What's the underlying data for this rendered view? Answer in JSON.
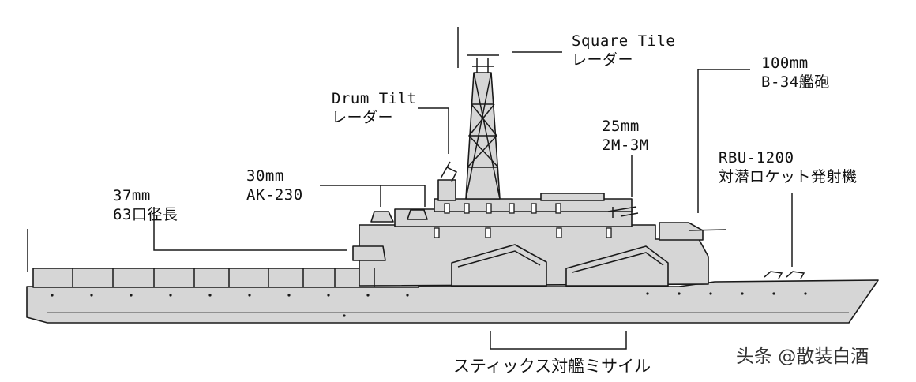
{
  "labels": {
    "square_tile": {
      "line1": "Square Tile",
      "line2": "レーダー"
    },
    "gun_100": {
      "line1": "100mm",
      "line2": "B-34艦砲"
    },
    "drum_tilt": {
      "line1": "Drum Tilt",
      "line2": "レーダー"
    },
    "gun_25": {
      "line1": "25mm",
      "line2": "2M-3M"
    },
    "rbu": {
      "line1": "RBU-1200",
      "line2": "対潜ロケット発射機"
    },
    "ak230": {
      "line1": "30mm",
      "line2": "AK-230"
    },
    "gun_37": {
      "line1": "37mm",
      "line2": "63口径長"
    },
    "styx": {
      "text": "スティックス対艦ミサイル"
    }
  },
  "watermark": {
    "text": "头条 @散装白酒"
  },
  "colors": {
    "hull": "#d6d6d6",
    "line": "#1a1a1a",
    "background": "#ffffff"
  }
}
